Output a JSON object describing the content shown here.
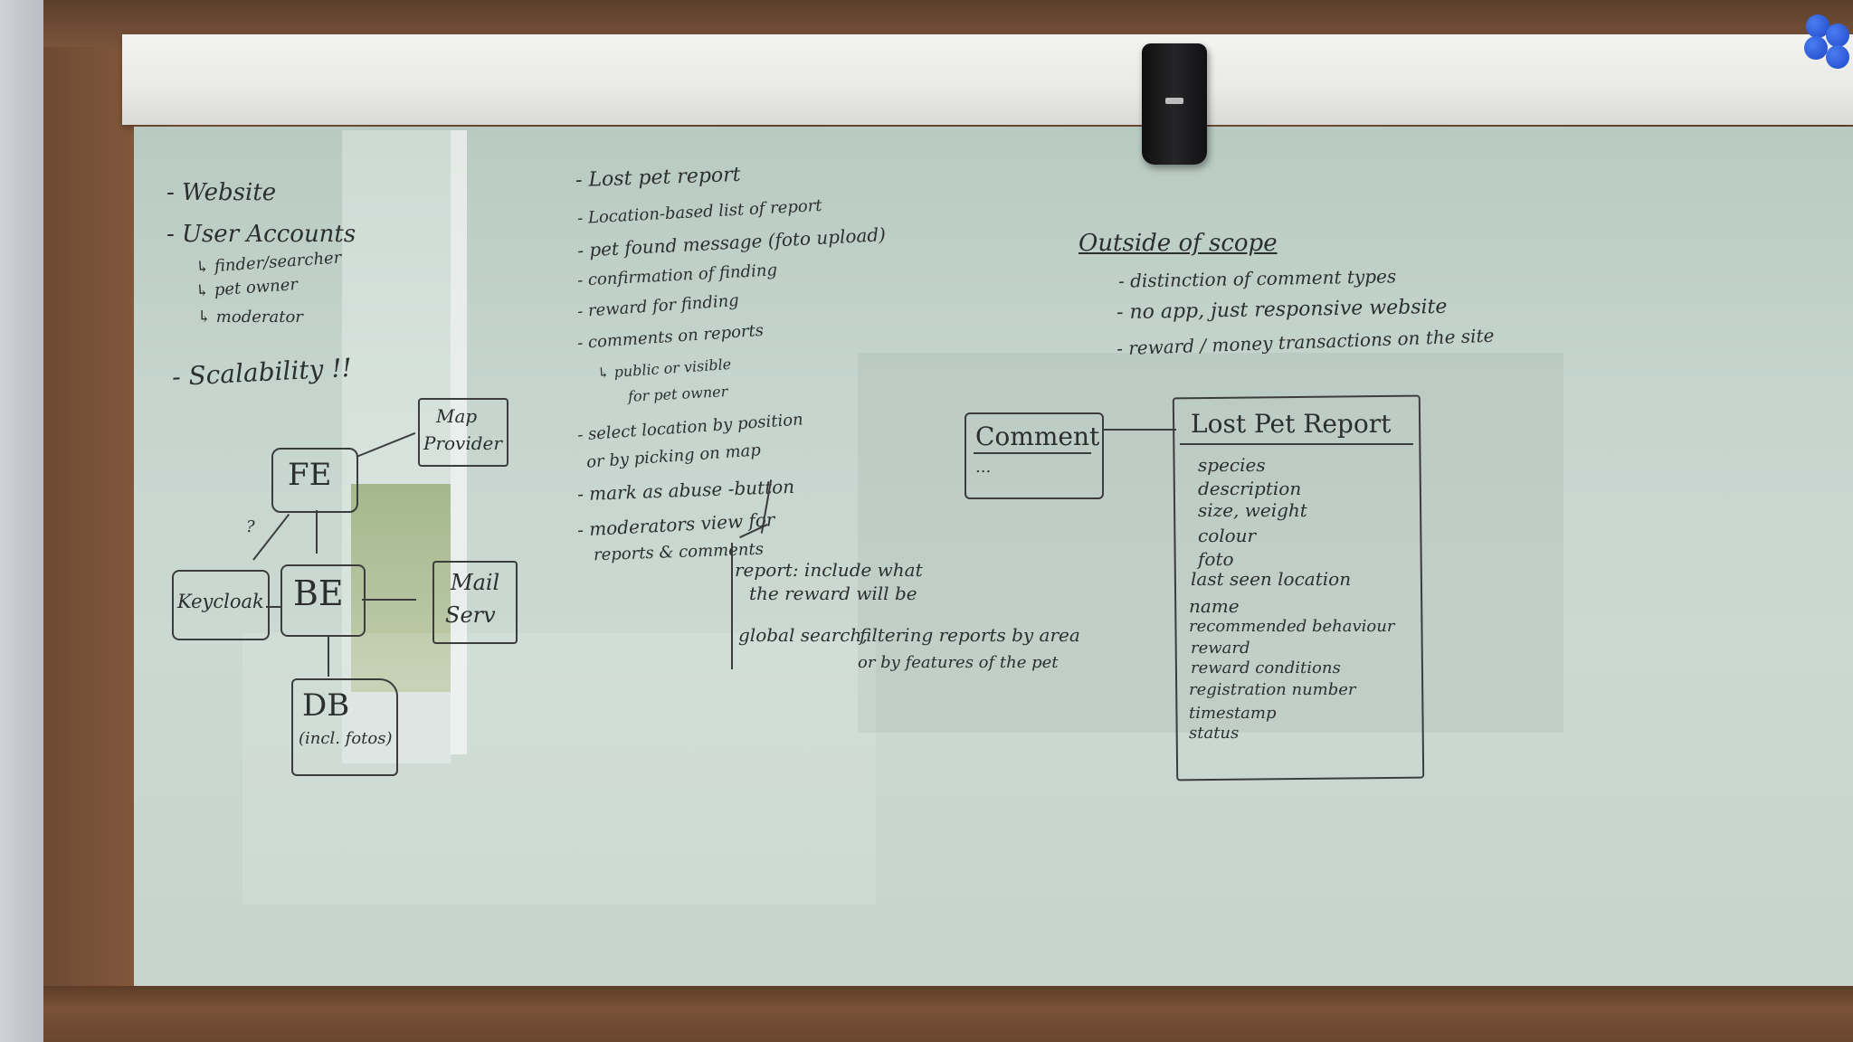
{
  "col1": {
    "website": "- Website",
    "user_accounts": "- User Accounts",
    "finder_searcher": "↳ finder/searcher",
    "pet_owner": "↳ pet owner",
    "moderator": "↳ moderator",
    "scalability": "- Scalability !!"
  },
  "architecture": {
    "map_provider_line1": "Map",
    "map_provider_line2": "Provider",
    "fe": "FE",
    "be": "BE",
    "keycloak": "Keycloak",
    "mail_line1": "Mail",
    "mail_line2": "Serv",
    "db_line1": "DB",
    "db_line2": "(incl. fotos)",
    "question": "?"
  },
  "col2": {
    "items": [
      "- Lost pet report",
      "- Location-based list of report",
      "- pet found message  (foto upload)",
      "- confirmation of finding",
      "- reward for finding",
      "- comments on reports"
    ],
    "public_visible": "↳ public or visible",
    "for_pet_owner": "for pet owner",
    "select_location_1": "- select location by position",
    "select_location_2": "or by picking on map",
    "mark_abuse": "- mark as abuse -button",
    "moderators_1": "- moderators view for",
    "moderators_2": "reports & comments"
  },
  "notes": {
    "report_1": "report: include what",
    "report_2": "the reward will be",
    "global_search": "global search,",
    "filtering_1": "filtering reports by area",
    "filtering_2": "or by features of the pet"
  },
  "scope": {
    "title": "Outside of scope",
    "items": [
      "- distinction of comment types",
      "- no app, just responsive website",
      "- reward / money transactions on the site"
    ]
  },
  "comment_box": {
    "title": "Comment",
    "dots": "..."
  },
  "lost_pet_report": {
    "title": "Lost Pet Report",
    "fields": [
      "species",
      "description",
      "size, weight",
      "colour",
      "foto",
      "last seen location",
      "name",
      "recommended behaviour",
      "reward",
      "reward conditions",
      "registration number",
      "timestamp",
      "status"
    ]
  }
}
